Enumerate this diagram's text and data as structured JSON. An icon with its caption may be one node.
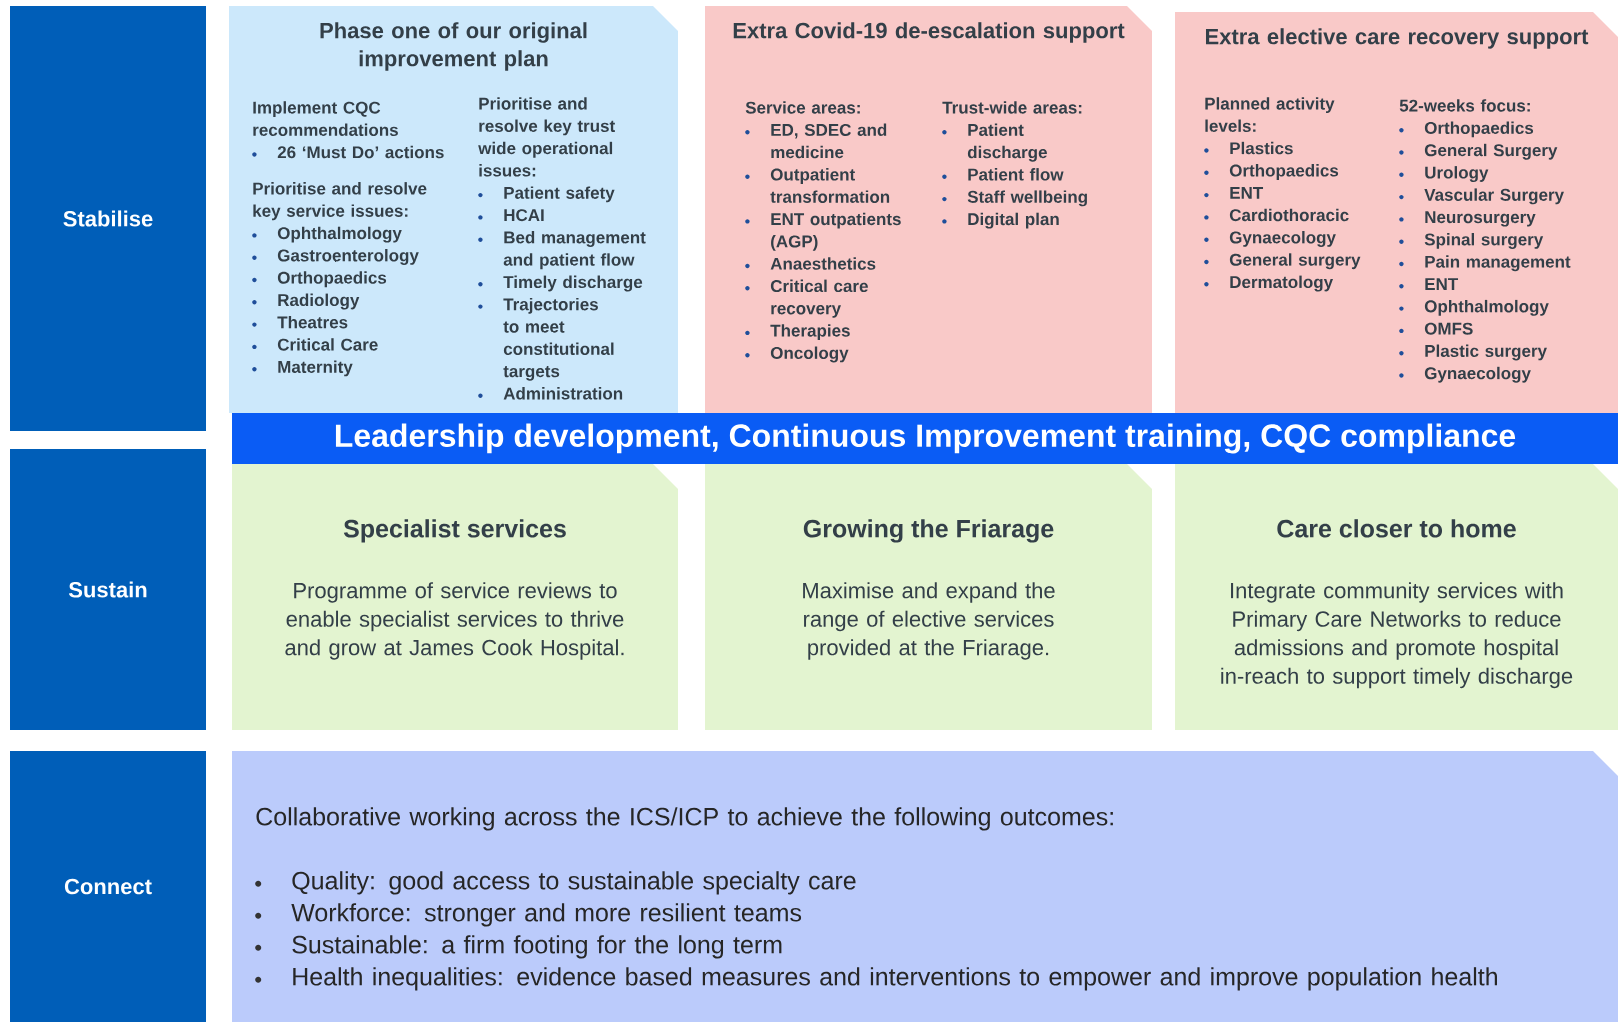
{
  "diagram": {
    "nodes": [
      {
        "text": [
          "Stabilise"
        ]
      },
      {
        "text": [
          "Sustain"
        ]
      },
      {
        "text": [
          "Connect"
        ]
      },
      {
        "text": [
          "Phase one of our original improvement plan",
          "Implement CQC recommendations",
          "26 ‘Must Do’ actions",
          "Prioritise and resolve key service issues:",
          "Ophthalmology",
          "Gastroenterology",
          "Orthopaedics",
          "Radiology",
          "Theatres",
          "Critical Care",
          "Maternity",
          "Prioritise and resolve key trust wide operational issues:",
          "Patient safety",
          "HCAI",
          "Bed management and patient flow",
          "Timely discharge",
          "Trajectories to meet constitutional targets",
          "Administration"
        ]
      },
      {
        "text": [
          "Extra Covid-19 de-escalation support",
          "Service areas:",
          "ED, SDEC and medicine",
          "Outpatient transformation",
          "ENT outpatients (AGP)",
          "Anaesthetics",
          "Critical care recovery",
          "Therapies",
          "Oncology",
          "Trust-wide areas:",
          "Patient discharge",
          "Patient flow",
          "Staff wellbeing",
          "Digital plan"
        ]
      },
      {
        "text": [
          "Extra elective care recovery support",
          "Planned activity levels:",
          "Plastics",
          "Orthopaedics",
          "ENT",
          "Cardiothoracic",
          "Gynaecology",
          "General surgery",
          "Dermatology",
          "52-weeks focus:",
          "Orthopaedics",
          "General Surgery",
          "Urology",
          "Vascular Surgery",
          "Neurosurgery",
          "Spinal surgery",
          "Pain management",
          "ENT",
          "Ophthalmology",
          "OMFS",
          "Plastic surgery",
          "Gynaecology"
        ]
      },
      {
        "text": [
          "Leadership development, Continuous Improvement training, CQC compliance"
        ]
      },
      {
        "text": [
          "Specialist services",
          "Programme of service reviews to enable specialist services to thrive and grow at James Cook Hospital."
        ]
      },
      {
        "text": [
          "Growing the Friarage",
          "Maximise and expand the range of elective services provided at the Friarage."
        ]
      },
      {
        "text": [
          "Care closer to home",
          "Integrate community services with Primary Care Networks to reduce admissions and promote hospital in-reach to support timely discharge"
        ]
      },
      {
        "text": [
          "Collaborative working across the ICS/ICP to achieve the following outcomes:",
          "Quality: good access to sustainable specialty care",
          "Workforce: stronger and more resilient teams",
          "Sustainable: a firm footing for the long term",
          "Health inequalities: evidence based measures and interventions to empower and improve population health"
        ]
      }
    ]
  }
}
